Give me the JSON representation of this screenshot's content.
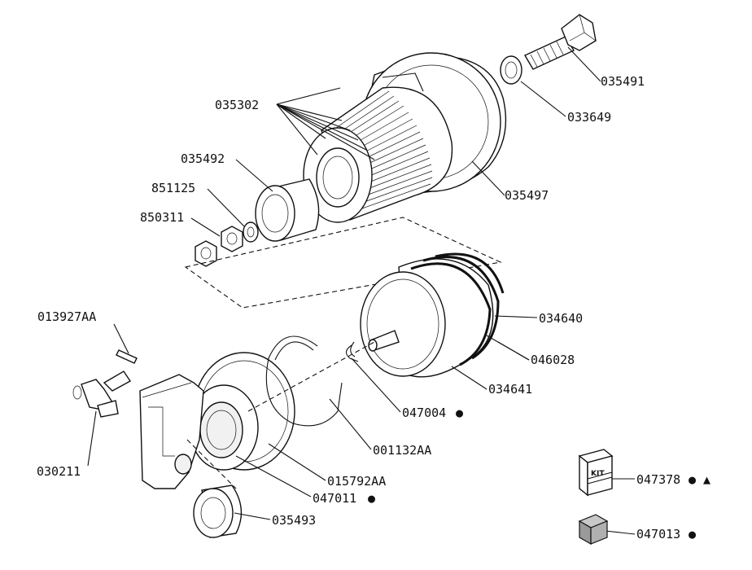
{
  "parts": {
    "p035491": "035491",
    "p033649": "033649",
    "p035302": "035302",
    "p035492": "035492",
    "p851125": "851125",
    "p850311": "850311",
    "p035497": "035497",
    "p034640": "034640",
    "p046028": "046028",
    "p034641": "034641",
    "p013927AA": "013927AA",
    "p047004": "047004",
    "p001132AA": "001132AA",
    "p015792AA": "015792AA",
    "p047011": "047011",
    "p030211": "030211",
    "p035493": "035493",
    "p047378": "047378",
    "p047013": "047013"
  },
  "kit_label": "KIT",
  "symbols": {
    "dot": "●",
    "dot_triangle": "● ▲"
  }
}
